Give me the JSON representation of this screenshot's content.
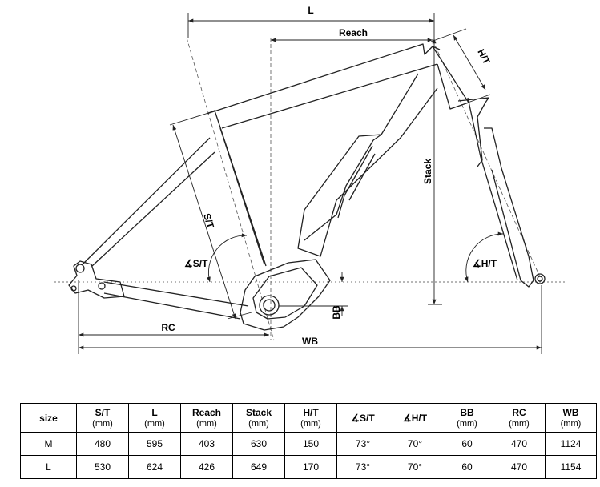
{
  "diagram": {
    "labels": {
      "l": "L",
      "reach": "Reach",
      "ht": "H/T",
      "stack": "Stack",
      "st": "S/T",
      "st_angle": "∡S/T",
      "ht_angle": "∡H/T",
      "bb": "BB",
      "rc": "RC",
      "wb": "WB"
    }
  },
  "table": {
    "columns": [
      {
        "label": "size",
        "unit": ""
      },
      {
        "label": "S/T",
        "unit": "(mm)"
      },
      {
        "label": "L",
        "unit": "(mm)"
      },
      {
        "label": "Reach",
        "unit": "(mm)"
      },
      {
        "label": "Stack",
        "unit": "(mm)"
      },
      {
        "label": "H/T",
        "unit": "(mm)"
      },
      {
        "label": "∡S/T",
        "unit": ""
      },
      {
        "label": "∡H/T",
        "unit": ""
      },
      {
        "label": "BB",
        "unit": "(mm)"
      },
      {
        "label": "RC",
        "unit": "(mm)"
      },
      {
        "label": "WB",
        "unit": "(mm)"
      }
    ],
    "rows": [
      [
        "M",
        "480",
        "595",
        "403",
        "630",
        "150",
        "73°",
        "70°",
        "60",
        "470",
        "1124"
      ],
      [
        "L",
        "530",
        "624",
        "426",
        "649",
        "170",
        "73°",
        "70°",
        "60",
        "470",
        "1154"
      ]
    ]
  }
}
